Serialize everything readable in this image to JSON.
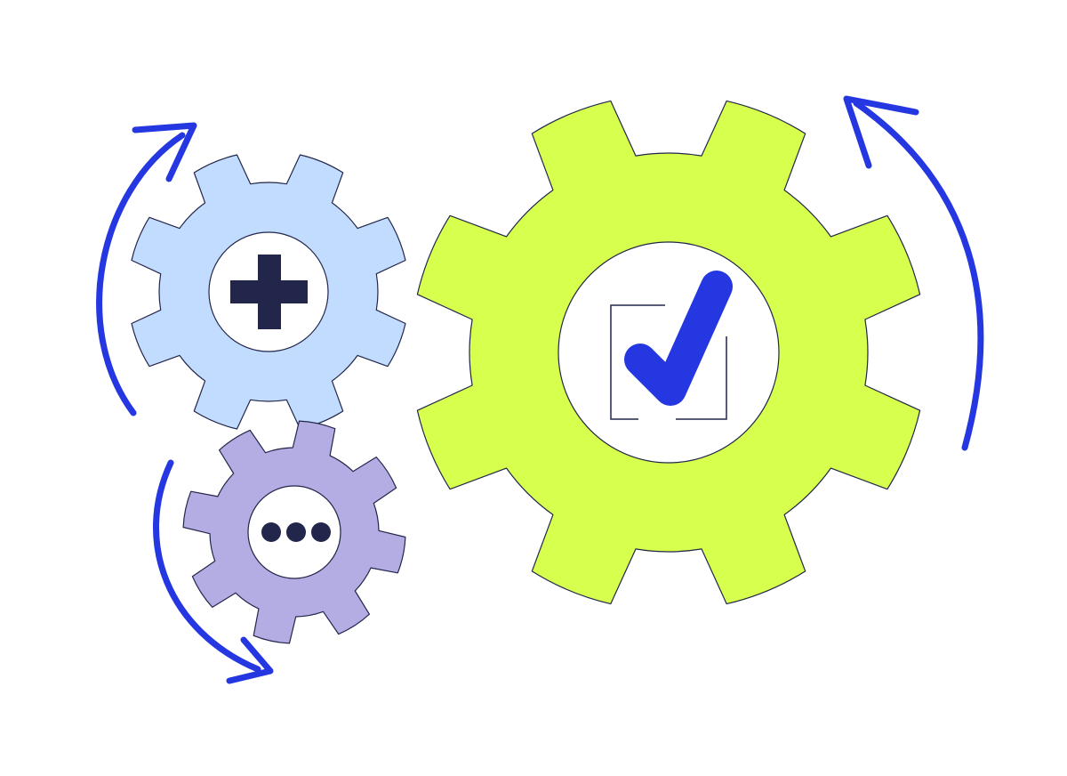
{
  "colors": {
    "background": "#ffffff",
    "outline": "#22264a",
    "arrow": "#2537e0",
    "large_gear": "#d6ff4e",
    "blue_gear": "#c2dcff",
    "purple_gear": "#b3ade3",
    "hub": "#ffffff",
    "plus_icon": "#22264a",
    "dots_icon": "#22264a",
    "check_icon": "#2537e0",
    "checkbox_frame": "#22264a"
  },
  "gears": [
    {
      "name": "large-gear",
      "color_key": "large_gear",
      "teeth": 8,
      "icon": "checkbox-check-icon"
    },
    {
      "name": "blue-gear",
      "color_key": "blue_gear",
      "teeth": 8,
      "icon": "plus-icon"
    },
    {
      "name": "purple-gear",
      "color_key": "purple_gear",
      "teeth": 8,
      "icon": "ellipsis-icon"
    }
  ],
  "arrows": [
    {
      "name": "rotation-arrow-left-upper",
      "direction": "clockwise"
    },
    {
      "name": "rotation-arrow-left-lower",
      "direction": "counter-clockwise"
    },
    {
      "name": "rotation-arrow-right",
      "direction": "counter-clockwise"
    }
  ]
}
